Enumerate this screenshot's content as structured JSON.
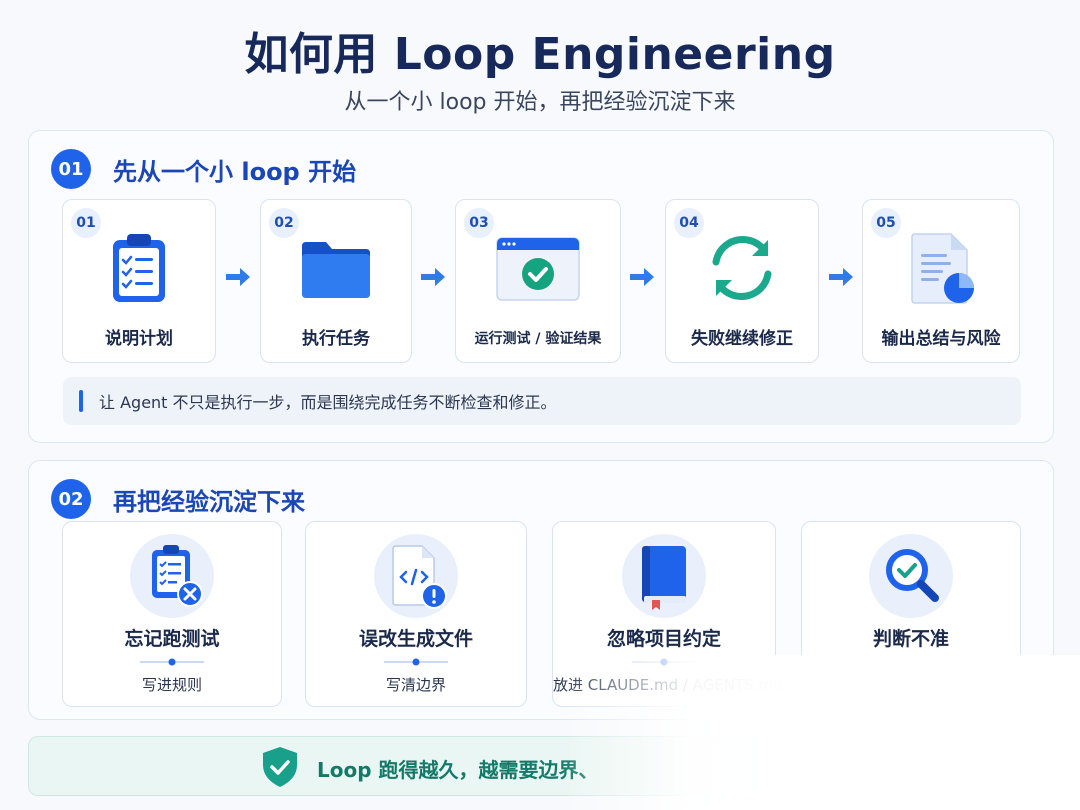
{
  "header": {
    "title": "如何用 Loop Engineering",
    "subtitle": "从一个小 loop 开始，再把经验沉淀下来"
  },
  "section1": {
    "number": "01",
    "title": "先从一个小 loop 开始",
    "steps": [
      {
        "number": "01",
        "label": "说明计划",
        "icon": "clipboard-checklist-icon"
      },
      {
        "number": "02",
        "label": "执行任务",
        "icon": "folder-icon"
      },
      {
        "number": "03",
        "label": "运行测试 / 验证结果",
        "icon": "browser-check-icon"
      },
      {
        "number": "04",
        "label": "失败继续修正",
        "icon": "refresh-cycle-icon"
      },
      {
        "number": "05",
        "label": "输出总结与风险",
        "icon": "report-chart-icon"
      }
    ],
    "note": "让 Agent 不只是执行一步，而是围绕完成任务不断检查和修正。"
  },
  "section2": {
    "number": "02",
    "title": "再把经验沉淀下来",
    "cards": [
      {
        "title": "忘记跑测试",
        "subtitle": "写进规则",
        "icon": "clipboard-x-icon"
      },
      {
        "title": "误改生成文件",
        "subtitle": "写清边界",
        "icon": "code-file-alert-icon"
      },
      {
        "title": "忽略项目约定",
        "subtitle": "放进 CLAUDE.md / AGENTS.md",
        "icon": "book-icon"
      },
      {
        "title": "判断不准",
        "subtitle": "加一个 verifier",
        "icon": "magnifier-check-icon"
      }
    ]
  },
  "footer": {
    "text": "Loop 跑得越久，越需要边界、",
    "icon": "shield-check-icon"
  },
  "colors": {
    "primary": "#1e63e9",
    "title": "#16295a",
    "section_title": "#1a46b8",
    "teal": "#18a08a",
    "footer_text": "#137a68"
  }
}
